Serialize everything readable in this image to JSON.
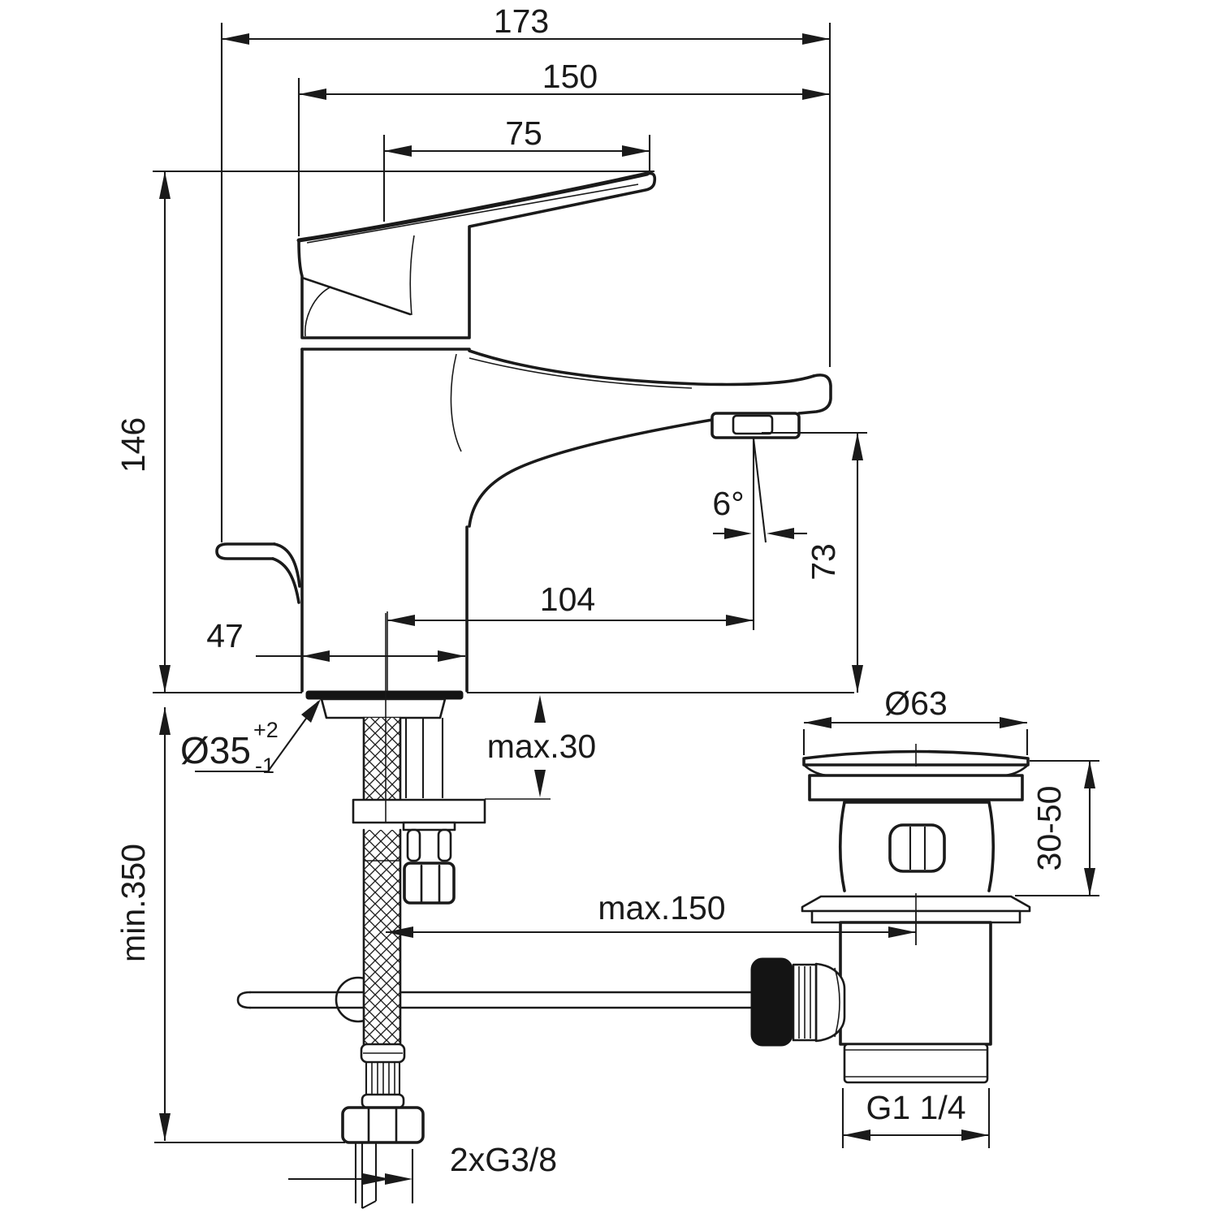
{
  "drawing": {
    "kind": "technical-dimension-drawing",
    "subject": "single-lever basin mixer faucet with flexible supply hose and pop-up waste drain",
    "line_color": "#1a1a1a",
    "background_color": "#ffffff"
  },
  "dims": {
    "total_width": "173",
    "spout_width": "150",
    "handle_length": "75",
    "body_height": "146",
    "hose_min_length": "min.350",
    "base_width": "47",
    "spout_reach": "104",
    "hole_diameter": "Ø35",
    "hole_tol_plus": "+2",
    "hole_tol_minus": "-1",
    "deck_thickness": "max.30",
    "spout_angle": "6°",
    "outlet_height": "73",
    "drain_rod_reach": "max.150",
    "waste_cap_diameter": "Ø63",
    "clamping_range": "30-50",
    "waste_thread": "G1 1/4",
    "supply_thread": "2xG3/8"
  }
}
